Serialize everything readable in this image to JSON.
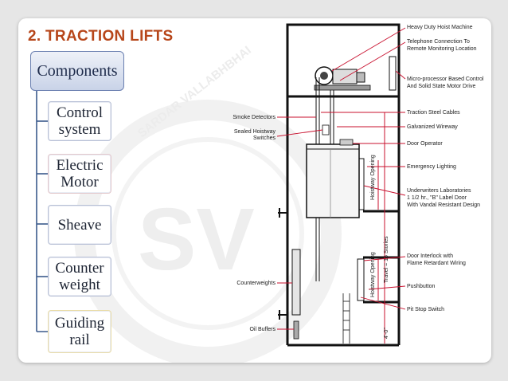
{
  "title": "2. TRACTION LIFTS",
  "watermark": {
    "text": "SARDAR VALLABHBHAI",
    "logo": "SV"
  },
  "tree": {
    "root": "Components",
    "items": [
      {
        "line1": "Control",
        "line2": "system"
      },
      {
        "line1": "Electric",
        "line2": "Motor"
      },
      {
        "line1": "Sheave",
        "line2": ""
      },
      {
        "line1": "Counter",
        "line2": "weight"
      },
      {
        "line1": "Guiding",
        "line2": "rail"
      }
    ]
  },
  "diagram": {
    "right_labels": [
      "Heavy Duty Hoist Machine",
      "Telephone Connection To",
      "Remote Monitoring Location",
      "Micro-processor Based Control",
      "And Solid State Motor Drive",
      "Traction Steel Cables",
      "Galvanized Wireway",
      "Door Operator",
      "Emergency Lighting",
      "Underwriters Laboratories",
      "1 1/2 hr., \"B\" Label Door",
      "With Vandal Resistant Design",
      "Door Interlock with",
      "Flame Retardant Wiring",
      "Pushbutton",
      "Pit Stop Switch"
    ],
    "left_labels": [
      "Smoke Detectors",
      "Sealed Hoistway",
      "Switches",
      "Counterweights",
      "Oil Buffers"
    ],
    "vertical_labels": [
      "Hoistway Opening",
      "Travel = 16 Stories",
      "Hoistway Opening",
      "4'-0\""
    ]
  }
}
